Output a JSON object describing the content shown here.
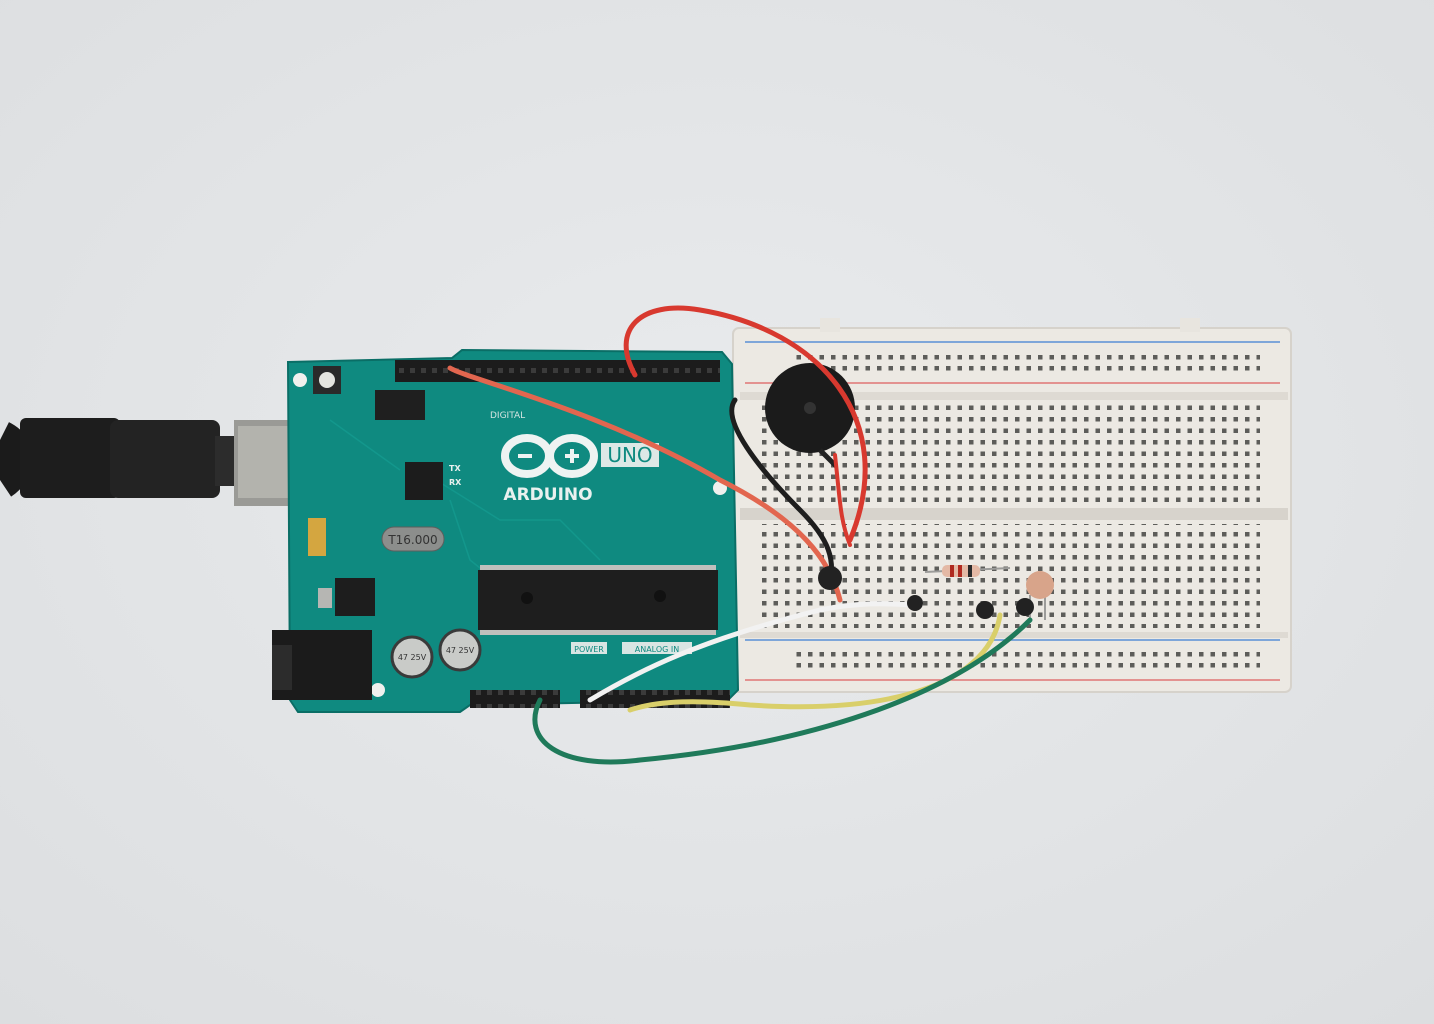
{
  "scene": {
    "background_color": "#e4e6e8",
    "board": {
      "color": "#0f8a80",
      "logo_text": "ARDUINO",
      "model_label": "UNO",
      "digital_label": "DIGITAL",
      "tx_label": "TX",
      "rx_label": "RX",
      "crystal_label": "T16.000",
      "power_label": "POWER",
      "analog_label": "ANALOG IN",
      "capacitor_label": "47 25V"
    },
    "breadboard": {
      "color": "#ece9e3"
    },
    "wire_colors": {
      "red": "#d8392f",
      "orange": "#e2664f",
      "black": "#1e1e1e",
      "white": "#f2f2f2",
      "yellow": "#d9cf6a",
      "green": "#1f7a5a"
    },
    "usb_cable": {
      "color": "#1b1b1b"
    }
  }
}
